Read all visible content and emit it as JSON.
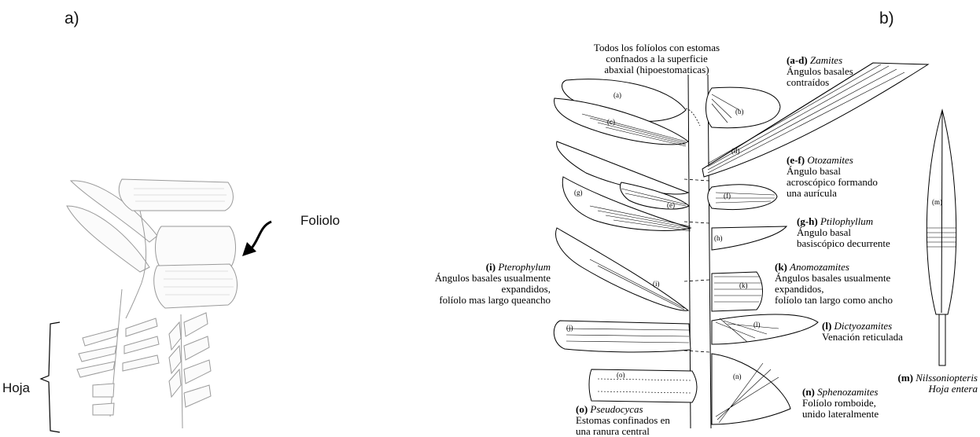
{
  "panel_a": {
    "label": "a)",
    "foliolo": "Foliolo",
    "hoja": "Hoja"
  },
  "panel_b": {
    "label": "b)",
    "top_note": [
      "Todos los folíolos con estomas",
      "confnados a la superficie",
      "abaxial (hipoestomaticas)"
    ],
    "zamites": {
      "code": "(a-d)",
      "name": "Zamites",
      "lines": [
        "Ángulos basales",
        "contraídos"
      ]
    },
    "otozamites": {
      "code": "(e-f)",
      "name": "Otozamites",
      "lines": [
        "Ángulo basal",
        "acroscópico formando",
        "una aurícula"
      ]
    },
    "ptilophyllum": {
      "code": "(g-h)",
      "name": "Ptilophyllum",
      "lines": [
        "Ángulo basal",
        "basiscópico decurrente"
      ]
    },
    "anomozamites": {
      "code": "(k)",
      "name": "Anomozamites",
      "lines": [
        "Ángulos basales usualmente",
        "expandidos,",
        "folíolo tan largo como ancho"
      ]
    },
    "pterophylum": {
      "code": "(i)",
      "name": "Pterophylum",
      "lines": [
        "Ángulos basales usualmente",
        "expandidos,",
        "folíolo mas largo queancho"
      ]
    },
    "dictyozamites": {
      "code": "(l)",
      "name": "Dictyozamites",
      "lines": [
        "Venación reticulada"
      ]
    },
    "sphenozamites": {
      "code": "(n)",
      "name": "Sphenozamites",
      "lines": [
        "Folíolo romboide,",
        "unido lateralmente"
      ]
    },
    "pseudocycas": {
      "code": "(o)",
      "name": "Pseudocycas",
      "lines": [
        "Estomas confinados en",
        "una ranura central"
      ]
    },
    "nilssoniopteris": {
      "code": "(m)",
      "name": "Nilssoniopteris",
      "lines": [
        "Hoja entera"
      ]
    },
    "leaflet_letters": [
      "(a)",
      "(b)",
      "(c)",
      "(d)",
      "(e)",
      "(f)",
      "(g)",
      "(h)",
      "(i)",
      "(j)",
      "(k)",
      "(l)",
      "(m)",
      "(n)",
      "(o)"
    ]
  }
}
